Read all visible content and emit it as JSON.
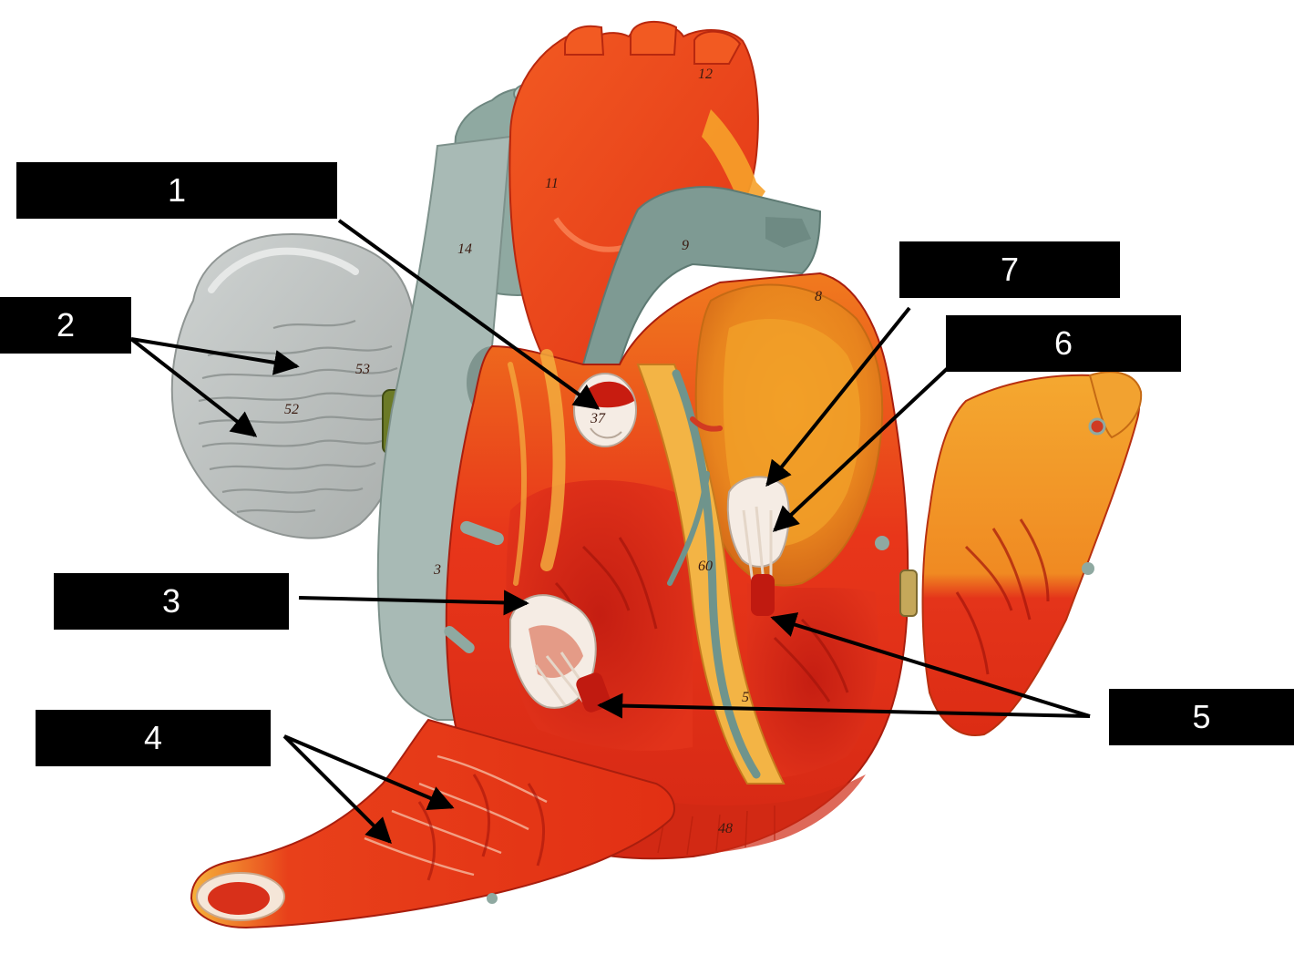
{
  "labels": [
    {
      "id": "1",
      "text": "1"
    },
    {
      "id": "2",
      "text": "2"
    },
    {
      "id": "3",
      "text": "3"
    },
    {
      "id": "4",
      "text": "4"
    },
    {
      "id": "5",
      "text": "5"
    },
    {
      "id": "6",
      "text": "6"
    },
    {
      "id": "7",
      "text": "7"
    }
  ],
  "model_numbers": {
    "n11": "11",
    "n9": "9",
    "n8": "8",
    "n12": "12",
    "n14": "14",
    "n37": "37",
    "n3": "3",
    "n5": "5",
    "n48": "48",
    "n53": "53",
    "n52": "52",
    "n60": "60"
  },
  "colors": {
    "label_bg": "#000000",
    "label_text": "#ffffff",
    "myocardium_red": "#e8321a",
    "aorta_orange": "#f04a1c",
    "vessel_teal": "#8fa9a1",
    "fat_yellow": "#f0a020",
    "valve_white": "#f5ece4",
    "lung_gray": "#b9bdbc",
    "arrow": "#000000"
  }
}
